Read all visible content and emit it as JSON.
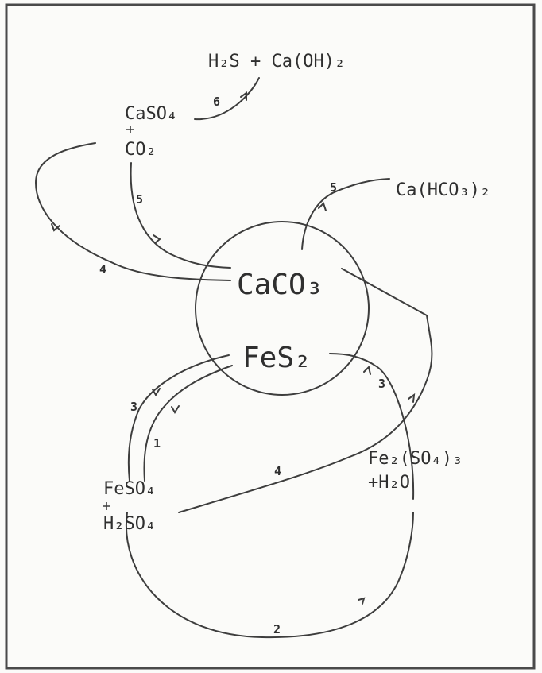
{
  "compounds": {
    "h2s_caoh2": "H₂S + Ca(OH)₂",
    "caso4": "CaSO₄",
    "co2": "CO₂",
    "cahco3": "Ca(HCO₃)₂",
    "caco3": "CaCO₃",
    "fes2": "FeS₂",
    "feso4": "FeSO₄",
    "h2so4": "H₂SO₄",
    "fe2so4_3": "Fe₂(SO₄)₃",
    "h2o": "+H₂O"
  },
  "step_labels": {
    "s6": "6",
    "s5_left": "5",
    "s5_top": "5",
    "s4_left": "4",
    "s4_bottom": "4",
    "s3_right": "3",
    "s3_left": "3",
    "s1": "1",
    "s2": "2"
  },
  "colors": {
    "ink": "#3d3d3d",
    "paper": "#fbfbf9",
    "frame": "#4a4a4a"
  }
}
